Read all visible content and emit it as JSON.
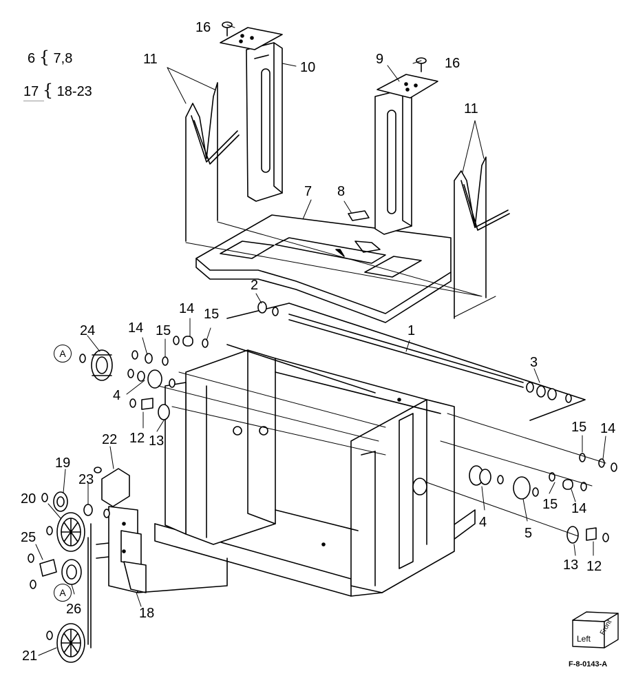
{
  "figure_id": "F-8-0143-A",
  "legend": [
    {
      "parent": "6",
      "children": "7,8"
    },
    {
      "parent": "17",
      "children": "18-23"
    }
  ],
  "reference_marks": [
    "A",
    "A"
  ],
  "orientation_cube": {
    "face_left": "Left",
    "face_front": "Front"
  },
  "callouts": {
    "c1": "1",
    "c2": "2",
    "c3": "3",
    "c4a": "4",
    "c4b": "4",
    "c5": "5",
    "c7": "7",
    "c8": "8",
    "c9": "9",
    "c10": "10",
    "c11a": "11",
    "c11b": "11",
    "c12a": "12",
    "c12b": "12",
    "c13a": "13",
    "c13b": "13",
    "c14a": "14",
    "c14b": "14",
    "c14c": "14",
    "c14d": "14",
    "c15a": "15",
    "c15b": "15",
    "c15c": "15",
    "c15d": "15",
    "c16a": "16",
    "c16b": "16",
    "c18": "18",
    "c19": "19",
    "c20": "20",
    "c21": "21",
    "c22": "22",
    "c23": "23",
    "c24": "24",
    "c25": "25",
    "c26": "26"
  }
}
